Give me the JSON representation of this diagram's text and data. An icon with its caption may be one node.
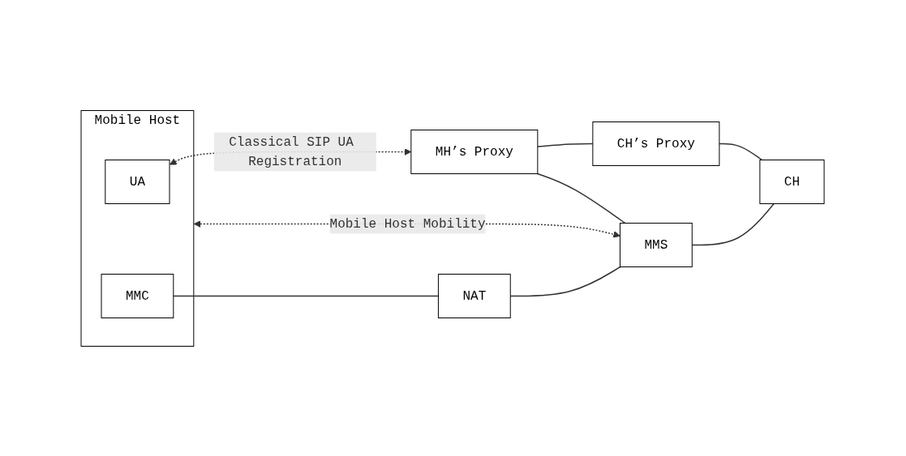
{
  "diagram": {
    "nodes": [
      {
        "text": [
          "MH’s Proxy"
        ]
      },
      {
        "text": [
          "CH’s Proxy"
        ]
      },
      {
        "text": [
          "Mobile Host"
        ]
      },
      {
        "text": [
          "UA"
        ],
        "in": 2
      },
      {
        "text": [
          "MMC"
        ],
        "in": 2
      },
      {
        "text": [
          "NAT"
        ]
      },
      {
        "text": [
          "MMS"
        ]
      },
      {
        "text": [
          "CH"
        ]
      }
    ],
    "edges": [
      {
        "from": 0,
        "to": 1,
        "arrow": "none"
      },
      {
        "from": 1,
        "to": 7,
        "arrow": "none"
      },
      {
        "from": 0,
        "to": 6,
        "arrow": "none"
      },
      {
        "from": 6,
        "to": 7,
        "arrow": "none"
      },
      {
        "from": 4,
        "to": 5,
        "arrow": "none"
      },
      {
        "from": 5,
        "to": 6,
        "arrow": "none"
      },
      {
        "from": 3,
        "to": 0,
        "arrow": "both",
        "style": "dashed",
        "label": "Classical SIP UA Registration"
      },
      {
        "from": 2,
        "to": 6,
        "arrow": "both",
        "style": "dashed",
        "label": "Mobile Host Mobility"
      }
    ]
  }
}
